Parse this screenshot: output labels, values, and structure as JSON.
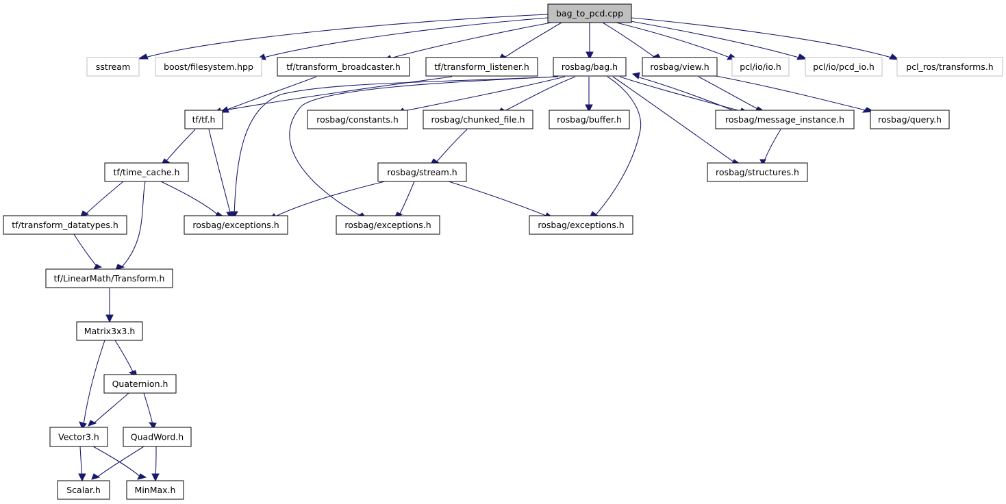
{
  "graph": {
    "edge_color": "#191970",
    "root_fill": "#bfbfbf",
    "external_border": "#bfbfbf",
    "nodes": {
      "root": "bag_to_pcd.cpp",
      "sstream": "sstream",
      "boost_fs": "boost/filesystem.hpp",
      "tf_broadcaster": "tf/transform_broadcaster.h",
      "tf_listener": "tf/transform_listener.h",
      "rosbag_bag": "rosbag/bag.h",
      "rosbag_view": "rosbag/view.h",
      "pcl_io": "pcl/io/io.h",
      "pcl_pcd_io": "pcl/io/pcd_io.h",
      "pcl_ros_tf": "pcl_ros/transforms.h",
      "tf_tf": "tf/tf.h",
      "rosbag_constants": "rosbag/constants.h",
      "rosbag_chunked": "rosbag/chunked_file.h",
      "rosbag_buffer": "rosbag/buffer.h",
      "rosbag_msg_inst": "rosbag/message_instance.h",
      "rosbag_query": "rosbag/query.h",
      "tf_time_cache": "tf/time_cache.h",
      "rosbag_stream": "rosbag/stream.h",
      "rosbag_structures": "rosbag/structures.h",
      "tf_datatypes": "tf/transform_datatypes.h",
      "rosbag_exc_1": "rosbag/exceptions.h",
      "rosbag_exc_2": "rosbag/exceptions.h",
      "rosbag_exc_3": "rosbag/exceptions.h",
      "tf_lm_transform": "tf/LinearMath/Transform.h",
      "matrix3x3": "Matrix3x3.h",
      "quaternion": "Quaternion.h",
      "vector3": "Vector3.h",
      "quadword": "QuadWord.h",
      "scalar": "Scalar.h",
      "minmax": "MinMax.h"
    }
  }
}
